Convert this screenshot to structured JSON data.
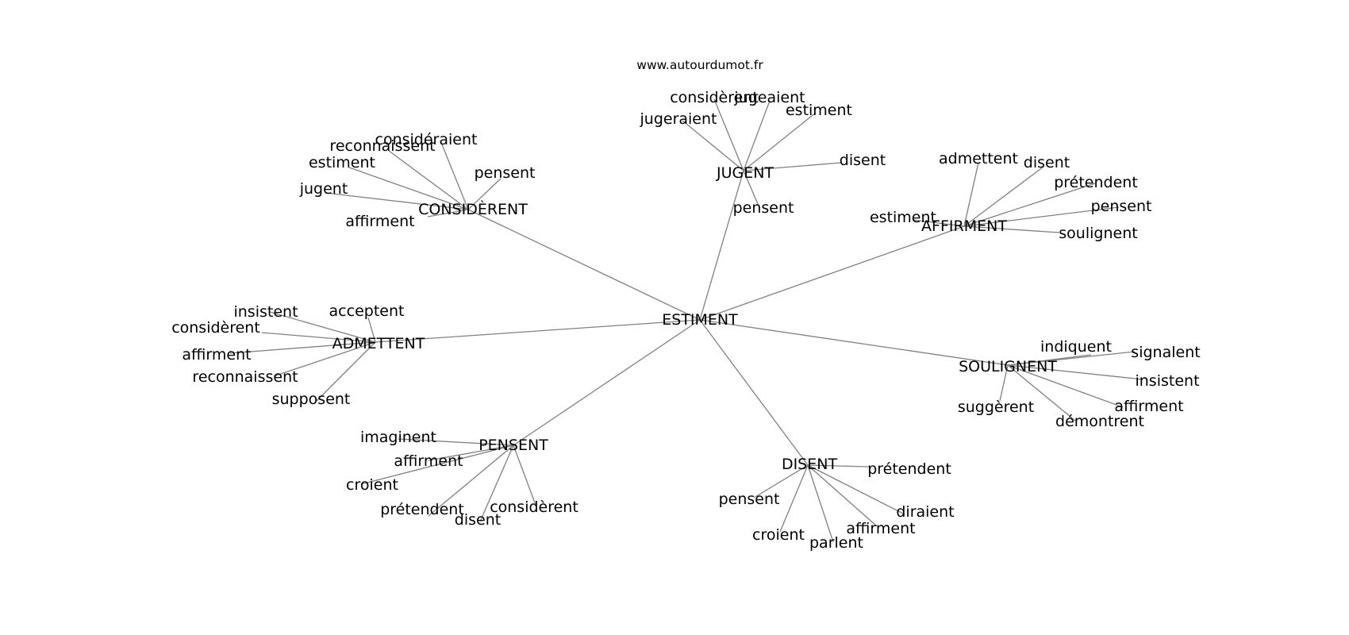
{
  "site": "www.autourdumot.fr",
  "colors": {
    "edge": "#808080",
    "text": "#000000",
    "background": "#ffffff"
  },
  "center": "ESTIMENT",
  "clusters": [
    {
      "hub": "CONSIDÈRENT",
      "leaves": [
        "considéraient",
        "reconnaissent",
        "estiment",
        "pensent",
        "jugent",
        "affirment"
      ]
    },
    {
      "hub": "JUGENT",
      "leaves": [
        "considèrent",
        "jugeaient",
        "jugeraient",
        "estiment",
        "disent",
        "pensent"
      ]
    },
    {
      "hub": "AFFIRMENT",
      "leaves": [
        "admettent",
        "disent",
        "prétendent",
        "pensent",
        "estiment",
        "soulignent"
      ]
    },
    {
      "hub": "ADMETTENT",
      "leaves": [
        "insistent",
        "acceptent",
        "considèrent",
        "affirment",
        "reconnaissent",
        "supposent"
      ]
    },
    {
      "hub": "SOULIGNENT",
      "leaves": [
        "indiquent",
        "signalent",
        "insistent",
        "affirment",
        "suggèrent",
        "démontrent"
      ]
    },
    {
      "hub": "PENSENT",
      "leaves": [
        "imaginent",
        "affirment",
        "croient",
        "prétendent",
        "disent",
        "considèrent"
      ]
    },
    {
      "hub": "DISENT",
      "leaves": [
        "prétendent",
        "pensent",
        "diraient",
        "affirment",
        "croient",
        "parlent"
      ]
    }
  ]
}
